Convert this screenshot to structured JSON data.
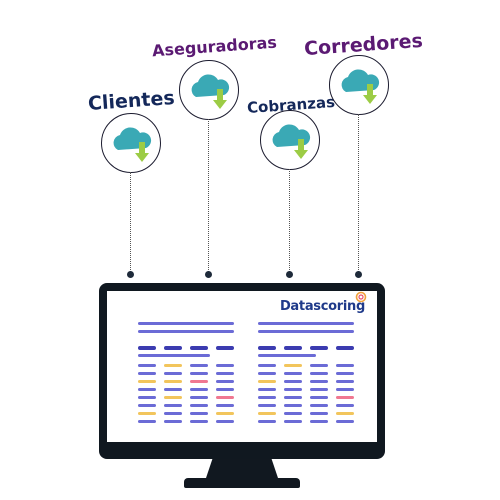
{
  "nodes": [
    {
      "name": "Clientes",
      "color": "#14285a"
    },
    {
      "name": "Aseguradoras",
      "color": "#5b1a73"
    },
    {
      "name": "Cobranzas",
      "color": "#14285a"
    },
    {
      "name": "Corredores",
      "color": "#5b1a73"
    }
  ],
  "monitor": {
    "brand": "Datascoring"
  },
  "colors": {
    "cloud": "#3aa9b5",
    "arrow": "#9ccc45",
    "bar_blue": "#6b6bd6",
    "bar_dark": "#3b3bb0",
    "bar_yellow": "#f2c55c",
    "bar_pink": "#f07891"
  }
}
